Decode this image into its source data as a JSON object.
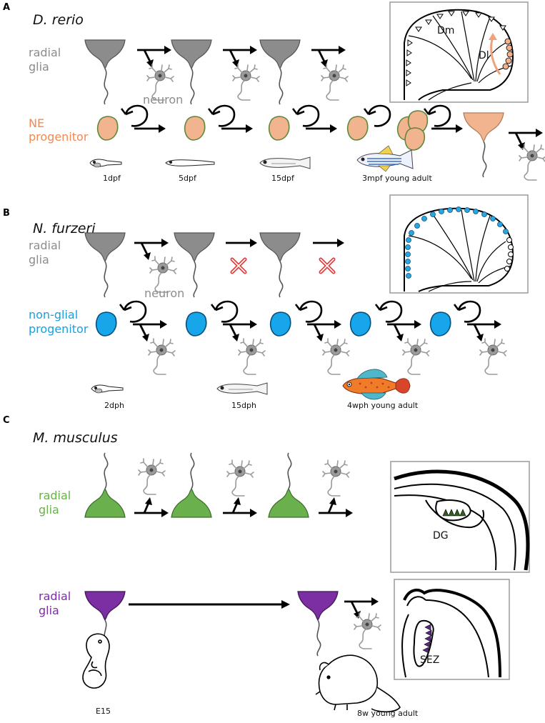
{
  "colors": {
    "grey_glia": "#8c8c8c",
    "orange": "#ef8a55",
    "orange_fill": "#f2b48f",
    "blue": "#1a9fdc",
    "green": "#6ab04c",
    "purple": "#7b2fa3",
    "arrow": "#000000",
    "red_x": "#e03a3a"
  },
  "panel_a": {
    "letter": "A",
    "species": "D. rerio",
    "row1_label_line1": "radial",
    "row1_label_line2": "glia",
    "neuron_label": "neuron",
    "row2_label_line1": "NE",
    "row2_label_line2": "progenitor",
    "stages": [
      "1dpf",
      "5dpf",
      "15dpf",
      "3mpf young adult"
    ],
    "brain_labels": [
      "Dm",
      "Dl"
    ]
  },
  "panel_b": {
    "letter": "B",
    "species": "N. furzeri",
    "row1_label_line1": "radial",
    "row1_label_line2": "glia",
    "neuron_label": "neuron",
    "row2_label_line1": "non-glial",
    "row2_label_line2": "progenitor",
    "stages": [
      "2dph",
      "15dph",
      "4wph young adult"
    ]
  },
  "panel_c": {
    "letter": "C",
    "species": "M. musculus",
    "row1_label_line1": "radial",
    "row1_label_line2": "glia",
    "row2_label_line1": "radial",
    "row2_label_line2": "glia",
    "stages": [
      "E15",
      "8w young adult"
    ],
    "brain_labels": [
      "DG",
      "SEZ"
    ]
  }
}
